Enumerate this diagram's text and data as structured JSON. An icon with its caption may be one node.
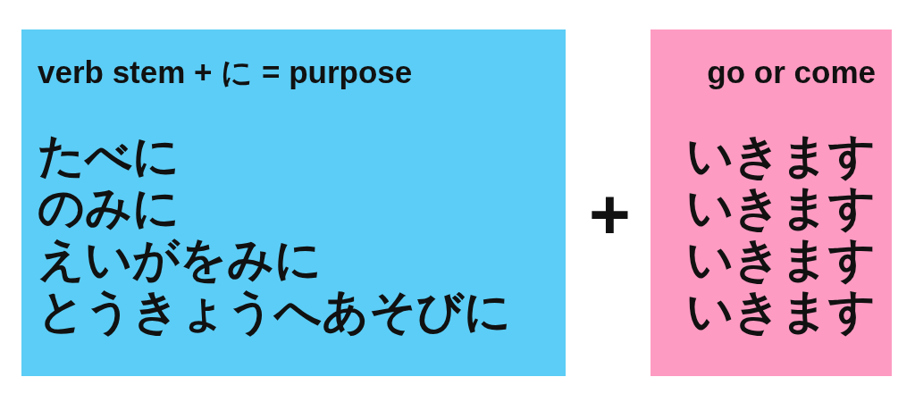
{
  "diagram": {
    "nodes": [
      {
        "text": [
          "verb stem + に = purpose",
          "たべに",
          "のみに",
          "えいがをみに",
          "とうきょうへあそびに"
        ]
      },
      {
        "text": [
          "go or come",
          "いきます",
          "いきます",
          "いきます",
          "いきます"
        ]
      }
    ],
    "labels": [
      "+"
    ]
  }
}
